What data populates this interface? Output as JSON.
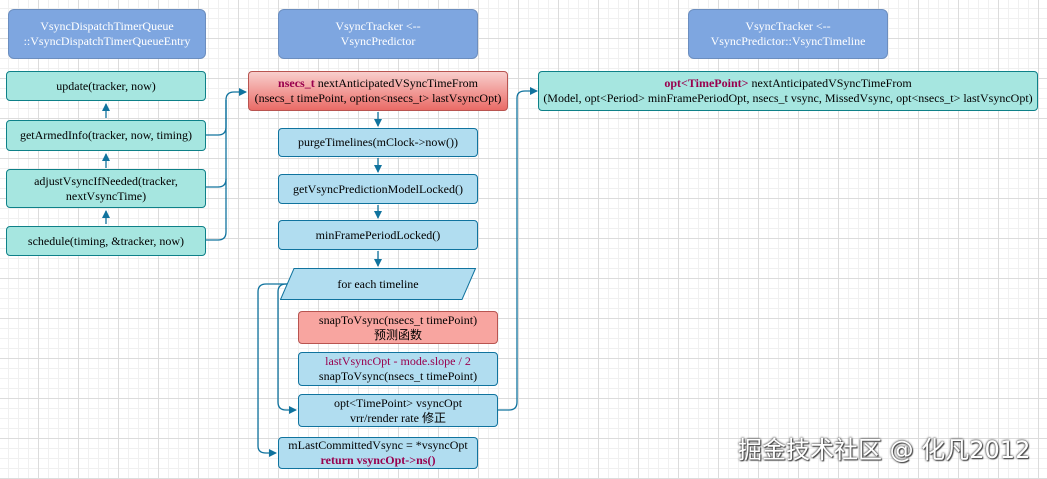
{
  "headers": {
    "queue": [
      "VsyncDispatchTimerQueue",
      "::VsyncDispatchTimerQueueEntry"
    ],
    "tracker": [
      "VsyncTracker <--",
      "VsyncPredictor"
    ],
    "timeline": [
      "VsyncTracker <--",
      "VsyncPredictor::VsyncTimeline"
    ]
  },
  "left_column": {
    "update": "update(tracker, now)",
    "get_armed": "getArmedInfo(tracker, now, timing)",
    "adjust_1": "adjustVsyncIfNeeded(tracker,",
    "adjust_2": "nextVsyncTime)",
    "schedule": "schedule(timing, &tracker, now)"
  },
  "middle_column": {
    "next_1_kw": "nsecs_t",
    "next_1_rest": " nextAnticipatedVSyncTimeFrom",
    "next_2": "(nsecs_t timePoint, option<nsecs_t> lastVsyncOpt)",
    "purge": "purgeTimelines(mClock->now())",
    "model": "getVsyncPredictionModelLocked()",
    "min_frame": "minFramePeriodLocked()",
    "for_each": "for each timeline",
    "snap_1": "snapToVsync(nsecs_t timePoint)",
    "snap_2": "预测函数",
    "last_1": "lastVsyncOpt - mode.slope / 2",
    "last_2": "snapToVsync(nsecs_t timePoint)",
    "opt_1": "opt<TimePoint> vsyncOpt",
    "opt_2": "vrr/render rate 修正",
    "commit_1": "mLastCommittedVsync = *vsyncOpt",
    "commit_2": "return vsyncOpt->ns()"
  },
  "right_column": {
    "timeline_1_kw": "opt<TimePoint>",
    "timeline_1_rest": " nextAnticipatedVSyncTimeFrom",
    "timeline_2": "(Model, opt<Period> minFramePeriodOpt, nsecs_t vsync, MissedVsync, opt<nsecs_t> lastVsyncOpt)"
  },
  "watermark": "掘金技术社区 @ 化凡2012",
  "colors": {
    "header_fill": "#7ea6e0",
    "teal_fill": "#a6e6e0",
    "blue_fill": "#b1ddf0",
    "red_fill": "#ea6b66",
    "arrow": "#10739e",
    "keyword": "#99004d"
  }
}
